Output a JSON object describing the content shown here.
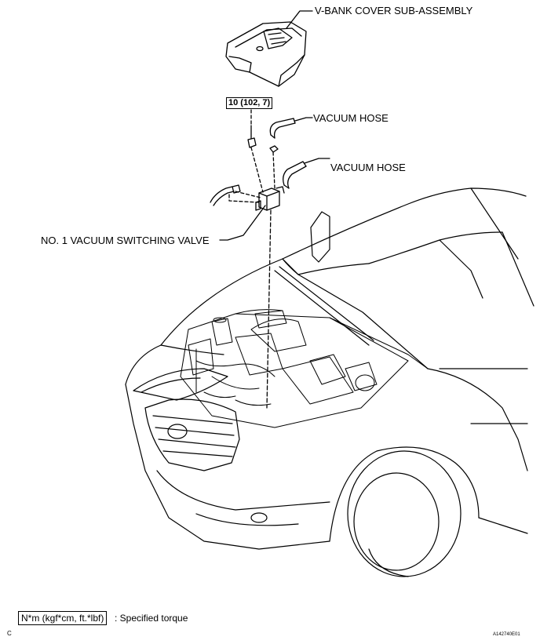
{
  "labels": {
    "vbank_cover": "V-BANK COVER SUB-ASSEMBLY",
    "vacuum_hose_1": "VACUUM HOSE",
    "vacuum_hose_2": "VACUUM HOSE",
    "vsv": "NO. 1 VACUUM SWITCHING VALVE",
    "torque_value": "10 (102, 7)"
  },
  "legend": {
    "unit": "N*m (kgf*cm, ft.*lbf)",
    "description": ": Specified torque"
  },
  "footer": {
    "section_code": "C",
    "figure_id": "A142740E01"
  }
}
